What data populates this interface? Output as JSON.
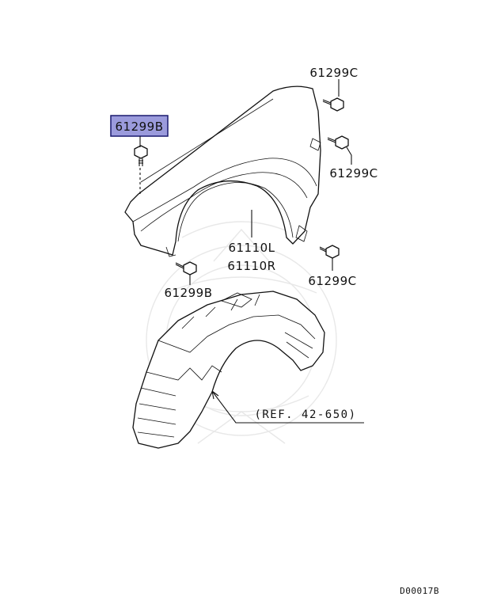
{
  "labels": {
    "fender_bolt_left": "61299B",
    "fender_bolt_bottom": "61299B",
    "fender_bolt_top_right": "61299C",
    "fender_bolt_mid_right": "61299C",
    "fender_bolt_low_right": "61299C",
    "fender_left": "61110L",
    "fender_right": "61110R",
    "liner_reference": "(REF. 42-650)"
  },
  "highlight_color": "#9b9bdc",
  "diagram_code": "D00017B"
}
